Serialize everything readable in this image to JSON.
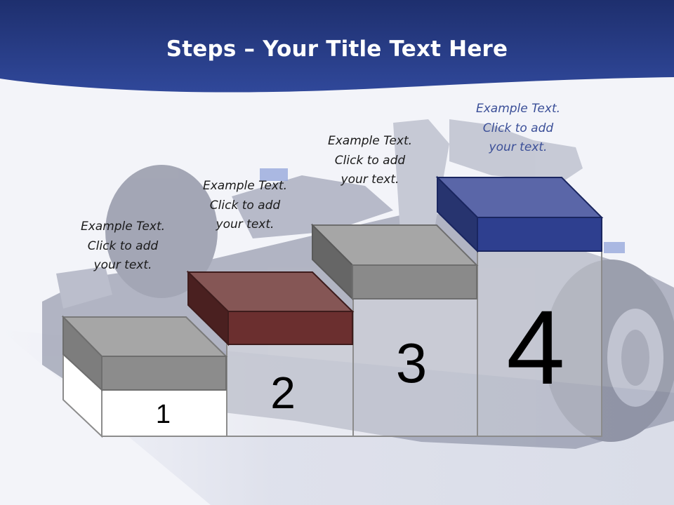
{
  "slide": {
    "title_bold": "Steps",
    "title_rest": " – Your Title Text Here"
  },
  "steps": [
    {
      "number": "1",
      "caption": [
        "Example Text.",
        "Click  to add",
        "your text."
      ],
      "color": "#8c8c8c"
    },
    {
      "number": "2",
      "caption": [
        "Example Text.",
        "Click  to add",
        "your text."
      ],
      "color": "#6b2f2f"
    },
    {
      "number": "3",
      "caption": [
        "Example Text.",
        "Click  to add",
        "your text."
      ],
      "color": "#8c8c8c"
    },
    {
      "number": "4",
      "caption": [
        "Example Text.",
        "Click  to add",
        "your text."
      ],
      "color": "#2e3f8f"
    }
  ],
  "colors": {
    "header_dark": "#1e2f6e",
    "header_light": "#2f4896",
    "accent_caption": "#3b4f98"
  },
  "images": [
    "race-car-background"
  ]
}
